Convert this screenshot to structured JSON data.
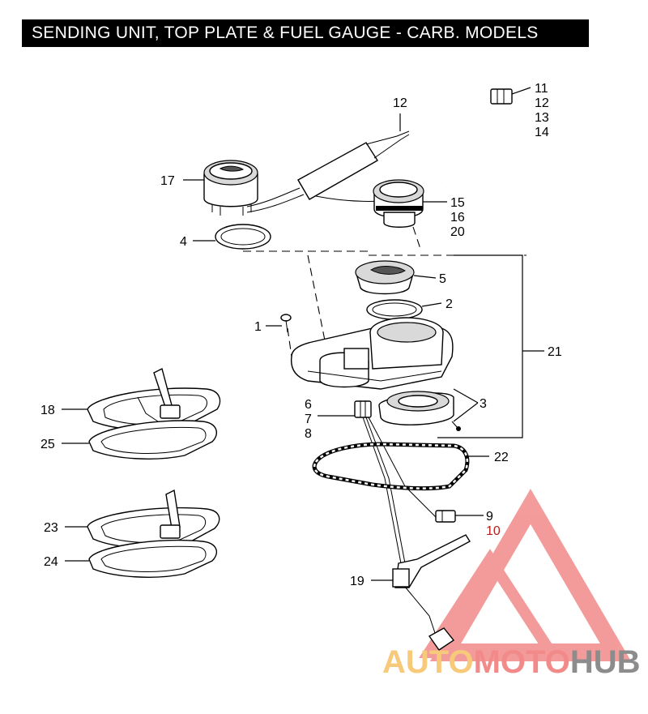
{
  "title": "SENDING UNIT, TOP PLATE & FUEL GAUGE - CARB. MODELS",
  "callouts": {
    "c11": "11",
    "c12a": "12",
    "c13": "13",
    "c14": "14",
    "c12b": "12",
    "c17": "17",
    "c15": "15",
    "c16": "16",
    "c20": "20",
    "c4": "4",
    "c5": "5",
    "c2": "2",
    "c1": "1",
    "c21": "21",
    "c3": "3",
    "c6": "6",
    "c7": "7",
    "c8": "8",
    "c18": "18",
    "c25": "25",
    "c22": "22",
    "c9": "9",
    "c10": "10",
    "c23": "23",
    "c24": "24",
    "c19": "19"
  },
  "watermark": {
    "part1": "AUTO",
    "part2": "MOTO",
    "part3": "HUB",
    "color_orange": "#f7c97a",
    "color_red": "#f28a8a",
    "color_grey": "#8c8c8c"
  }
}
